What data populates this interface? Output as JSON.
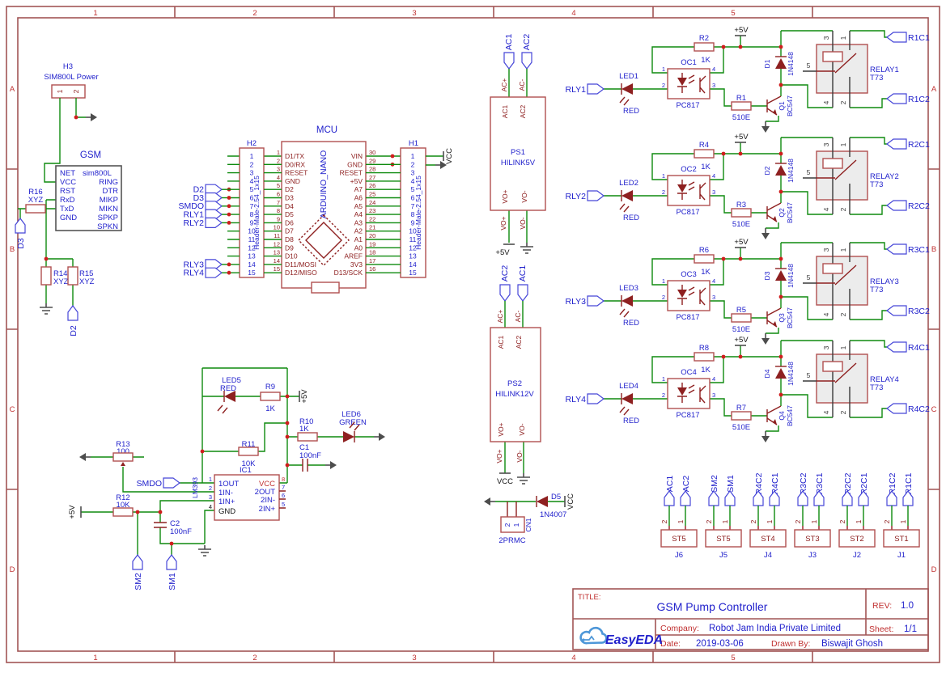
{
  "colors": {
    "wire": "#0e8a0e",
    "part": "#8e2020",
    "label": "#2222cc",
    "frame": "#a15555",
    "logo": "#4e97d8"
  },
  "frame": {
    "cols": [
      "1",
      "2",
      "3",
      "4",
      "5"
    ],
    "rows": [
      "A",
      "B",
      "C",
      "D"
    ]
  },
  "title_block": {
    "title_label": "TITLE:",
    "title": "GSM Pump Controller",
    "rev_label": "REV:",
    "rev": "1.0",
    "company_label": "Company:",
    "company": "Robot Jam India Private Limited",
    "sheet_label": "Sheet:",
    "sheet": "1/1",
    "date_label": "Date:",
    "date": "2019-03-06",
    "drawn_label": "Drawn By:",
    "drawn_by": "Biswajit Ghosh",
    "logo": "EasyEDA"
  },
  "gsm": {
    "h3_ref": "H3",
    "h3_name": "SIM800L Power",
    "h3_pin1": "1",
    "h3_pin2": "2",
    "title": "GSM",
    "part": "sim800L",
    "rows": [
      {
        "l": "NET",
        "r": ""
      },
      {
        "l": "VCC",
        "r": "RING"
      },
      {
        "l": "RST",
        "r": "DTR"
      },
      {
        "l": "RxD",
        "r": "MIKP"
      },
      {
        "l": "TxD",
        "r": "MIKN"
      },
      {
        "l": "GND",
        "r": "SPKP"
      },
      {
        "l": "",
        "r": "SPKN"
      }
    ],
    "r16_ref": "R16",
    "r16_val": "XYZ",
    "r14_ref": "R14",
    "r14_val": "XYZ",
    "r15_ref": "R15",
    "r15_val": "XYZ",
    "d3": "D3",
    "d2": "D2"
  },
  "mcu": {
    "title": "MCU",
    "h2_ref": "H2",
    "h1_ref": "H1",
    "header_name": "Header-Male-2.54_1x15",
    "chip": "ARDUINO_NANO",
    "vcc_flag": "VCC",
    "rows": [
      {
        "h2": "1",
        "ln": "1",
        "lname": "D1/TX",
        "rname": "VIN",
        "rn": "30",
        "h1": "1"
      },
      {
        "h2": "2",
        "ln": "2",
        "lname": "D0/RX",
        "rname": "GND",
        "rn": "29",
        "h1": "2"
      },
      {
        "h2": "3",
        "ln": "3",
        "lname": "RESET",
        "rname": "RESET",
        "rn": "28",
        "h1": "3"
      },
      {
        "h2": "4",
        "ln": "4",
        "lname": "GND",
        "rname": "+5V",
        "rn": "27",
        "h1": "4"
      },
      {
        "h2": "5",
        "ln": "5",
        "lname": "D2",
        "rname": "A7",
        "rn": "26",
        "h1": "5"
      },
      {
        "h2": "6",
        "ln": "6",
        "lname": "D3",
        "rname": "A6",
        "rn": "25",
        "h1": "6"
      },
      {
        "h2": "7",
        "ln": "7",
        "lname": "D4",
        "rname": "A5",
        "rn": "24",
        "h1": "7"
      },
      {
        "h2": "8",
        "ln": "8",
        "lname": "D5",
        "rname": "A4",
        "rn": "23",
        "h1": "8"
      },
      {
        "h2": "9",
        "ln": "9",
        "lname": "D6",
        "rname": "A3",
        "rn": "22",
        "h1": "9"
      },
      {
        "h2": "10",
        "ln": "10",
        "lname": "D7",
        "rname": "A2",
        "rn": "21",
        "h1": "10"
      },
      {
        "h2": "11",
        "ln": "11",
        "lname": "D8",
        "rname": "A1",
        "rn": "20",
        "h1": "11"
      },
      {
        "h2": "12",
        "ln": "12",
        "lname": "D9",
        "rname": "A0",
        "rn": "19",
        "h1": "12"
      },
      {
        "h2": "13",
        "ln": "13",
        "lname": "D10",
        "rname": "AREF",
        "rn": "18",
        "h1": "13"
      },
      {
        "h2": "14",
        "ln": "14",
        "lname": "D11/MOSI",
        "rname": "3V3",
        "rn": "17",
        "h1": "14"
      },
      {
        "h2": "15",
        "ln": "15",
        "lname": "D12/MISO",
        "rname": "D13/SCK",
        "rn": "16",
        "h1": "15"
      }
    ],
    "h2_nets": [
      {
        "label": "D2"
      },
      {
        "label": "D3"
      },
      {
        "label": "SMDO"
      },
      {
        "label": "RLY1"
      },
      {
        "label": "RLY2"
      },
      {
        "label": "RLY3"
      },
      {
        "label": "RLY4"
      }
    ]
  },
  "ps1": {
    "ref": "PS1",
    "part": "HILINK5V",
    "net_a": "AC1",
    "net_b": "AC2",
    "pin_acp": "AC+",
    "pin_acm": "AC-",
    "in1": "AC1",
    "in2": "AC2",
    "out1": "VO+",
    "out2": "VO-",
    "lbl_vop": "VO+",
    "lbl_vom": "VO-",
    "pwr": "+5V"
  },
  "ps2": {
    "ref": "PS2",
    "part": "HILINK12V",
    "net_a": "AC2",
    "net_b": "AC1",
    "pin_acp": "AC+",
    "pin_acm": "AC-",
    "in1": "AC1",
    "in2": "AC2",
    "out1": "VO+",
    "out2": "VO-",
    "lbl_vop": "VO+",
    "lbl_vom": "VO-",
    "pwr": "VCC"
  },
  "cn1": {
    "ref": "CN1",
    "pin2": "2",
    "pin1": "1",
    "pkg": "2PRMC",
    "d_ref": "D5",
    "d_val": "1N4007",
    "vcc": "VCC"
  },
  "channels": [
    {
      "in": "RLY1",
      "led": "LED1",
      "led_color": "RED",
      "oc": "OC1",
      "oc_part": "PC817",
      "p1": "1",
      "p2": "2",
      "p3": "3",
      "p4": "4",
      "rp": "R2",
      "rp_val": "1K",
      "rb": "R1",
      "rb_val": "510E",
      "q": "Q1",
      "q_part": "BC547",
      "d": "D1",
      "d_part": "1N4148",
      "relay": "RELAY1",
      "relay_part": "T73",
      "k3": "3",
      "k1": "1",
      "k5": "5",
      "k4": "4",
      "k2": "2",
      "out1": "R1C1",
      "out2": "R1C2",
      "pwr": "+5V"
    },
    {
      "in": "RLY2",
      "led": "LED2",
      "led_color": "RED",
      "oc": "OC2",
      "oc_part": "PC817",
      "p1": "1",
      "p2": "2",
      "p3": "3",
      "p4": "4",
      "rp": "R4",
      "rp_val": "1K",
      "rb": "R3",
      "rb_val": "510E",
      "q": "Q2",
      "q_part": "BC547",
      "d": "D2",
      "d_part": "1N4148",
      "relay": "RELAY2",
      "relay_part": "T73",
      "k3": "3",
      "k1": "1",
      "k5": "5",
      "k4": "4",
      "k2": "2",
      "out1": "R2C1",
      "out2": "R2C2",
      "pwr": "+5V"
    },
    {
      "in": "RLY3",
      "led": "LED3",
      "led_color": "RED",
      "oc": "OC3",
      "oc_part": "PC817",
      "p1": "1",
      "p2": "2",
      "p3": "3",
      "p4": "4",
      "rp": "R6",
      "rp_val": "1K",
      "rb": "R5",
      "rb_val": "510E",
      "q": "Q3",
      "q_part": "BC547",
      "d": "D3",
      "d_part": "1N4148",
      "relay": "RELAY3",
      "relay_part": "T73",
      "k3": "3",
      "k1": "1",
      "k5": "5",
      "k4": "4",
      "k2": "2",
      "out1": "R3C1",
      "out2": "R3C2",
      "pwr": "+5V"
    },
    {
      "in": "RLY4",
      "led": "LED4",
      "led_color": "RED",
      "oc": "OC4",
      "oc_part": "PC817",
      "p1": "1",
      "p2": "2",
      "p3": "3",
      "p4": "4",
      "rp": "R8",
      "rp_val": "1K",
      "rb": "R7",
      "rb_val": "510E",
      "q": "Q4",
      "q_part": "BC547",
      "d": "D4",
      "d_part": "1N4148",
      "relay": "RELAY4",
      "relay_part": "T73",
      "k3": "3",
      "k1": "1",
      "k5": "5",
      "k4": "4",
      "k2": "2",
      "out1": "R4C1",
      "out2": "R4C2",
      "pwr": "+5V"
    }
  ],
  "cmp": {
    "ic_ref": "IC1",
    "ic_part": "LM393",
    "n1": "1",
    "n2": "2",
    "n3": "3",
    "n4": "4",
    "n5": "5",
    "n6": "6",
    "n7": "7",
    "n8": "8",
    "p1": "1OUT",
    "p2": "1IN-",
    "p3": "1IN+",
    "p4": "GND",
    "p8": "VCC",
    "p7": "2OUT",
    "p6": "2IN-",
    "p5": "2IN+",
    "led5": "LED5",
    "led5_color": "RED",
    "r9": "R9",
    "r9_val": "1K",
    "pwr_a": "+5V",
    "r10": "R10",
    "r10_val": "1K",
    "led6": "LED6",
    "led6_color": "GREEN",
    "c1": "C1",
    "c1_val": "100nF",
    "r11": "R11",
    "r11_val": "10K",
    "r13": "R13",
    "r13_val": "100",
    "r12": "R12",
    "r12_val": "10K",
    "pwr_b": "+5V",
    "c2": "C2",
    "c2_val": "100nF",
    "smdo": "SMDO",
    "sm2": "SM2",
    "sm1": "SM1"
  },
  "connectors": [
    {
      "j": "J6",
      "st": "ST5",
      "n_left": "AC1",
      "n_right": "AC2",
      "p2": "2",
      "p1": "1"
    },
    {
      "j": "J5",
      "st": "ST5",
      "n_left": "SM2",
      "n_right": "SM1",
      "p2": "2",
      "p1": "1"
    },
    {
      "j": "J4",
      "st": "ST4",
      "n_left": "R4C2",
      "n_right": "R4C1",
      "p2": "2",
      "p1": "1"
    },
    {
      "j": "J3",
      "st": "ST3",
      "n_left": "R3C2",
      "n_right": "R3C1",
      "p2": "2",
      "p1": "1"
    },
    {
      "j": "J2",
      "st": "ST2",
      "n_left": "R2C2",
      "n_right": "R2C1",
      "p2": "2",
      "p1": "1"
    },
    {
      "j": "J1",
      "st": "ST1",
      "n_left": "R1C2",
      "n_right": "R1C1",
      "p2": "2",
      "p1": "1"
    }
  ]
}
